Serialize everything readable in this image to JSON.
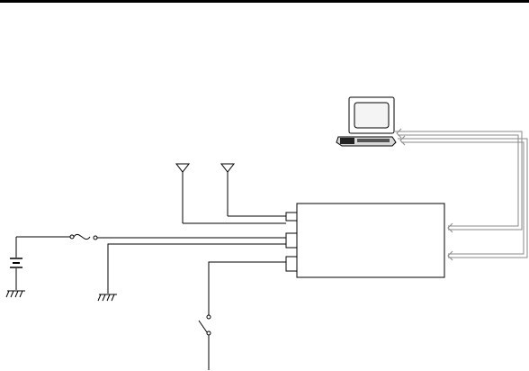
{
  "diagram": {
    "type": "wiring-schematic",
    "colors": {
      "line": "#000000",
      "data_line": "#8a8a8a",
      "background": "#ffffff"
    },
    "components": [
      "antenna-icon",
      "antenna-icon",
      "control-unit",
      "connector",
      "connector",
      "connector",
      "battery-icon",
      "fuse-icon",
      "ground-icon",
      "ground-icon",
      "switch-icon",
      "laptop-icon"
    ]
  }
}
